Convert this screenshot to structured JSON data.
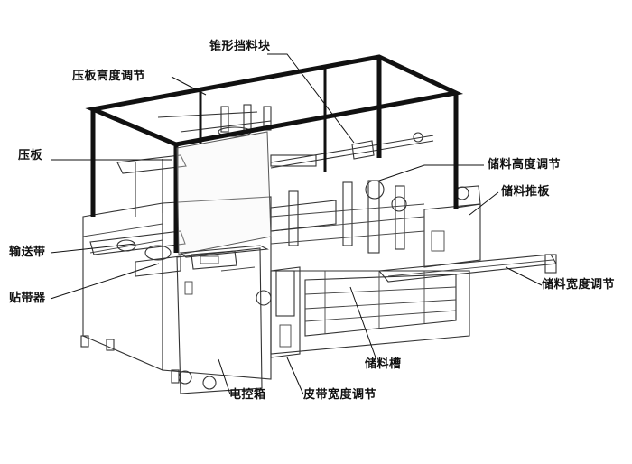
{
  "labels": {
    "cone_stop_block": "锥形挡料块",
    "press_plate_height": "压板高度调节",
    "press_plate": "压板",
    "conveyor_belt": "输送带",
    "tape_applicator": "贴带器",
    "storage_height": "储料高度调节",
    "storage_push_plate": "储料推板",
    "storage_width": "储料宽度调节",
    "storage_slot": "储料槽",
    "control_box": "电控箱",
    "belt_width": "皮带宽度调节"
  }
}
